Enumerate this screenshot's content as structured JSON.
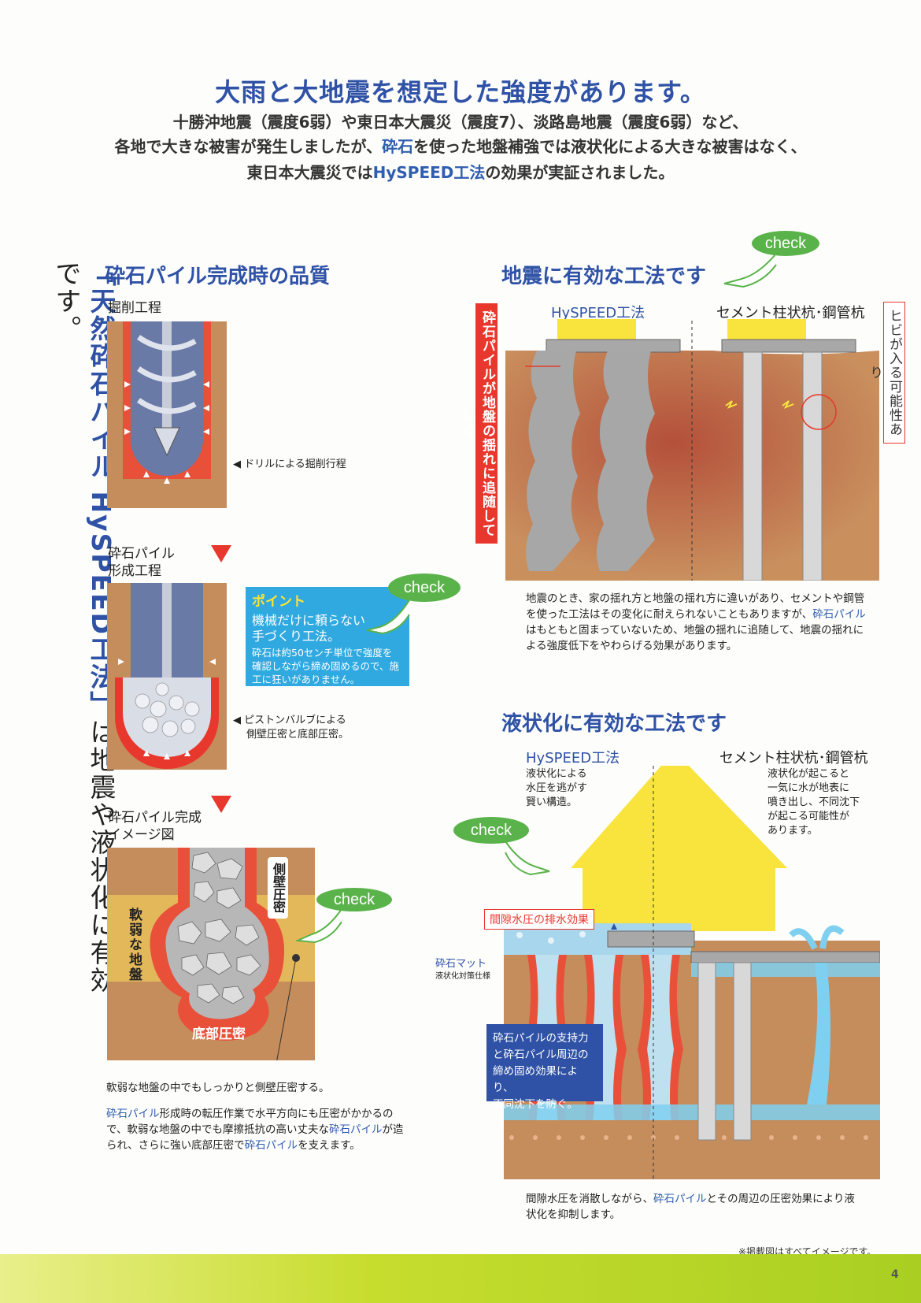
{
  "header": {
    "title": "大雨と大地震を想定した強度があります。",
    "line1": "十勝沖地震（震度6弱）や東日本大震災（震度7）、淡路島地震（震度6弱）など、",
    "line2a": "各地で大きな被害が発生しましたが、",
    "line2b": "砕石",
    "line2c": "を使った地盤補強では液状化による大きな被害はなく、",
    "line3a": "東日本大震災では",
    "line3b": "HySPEED工法",
    "line3c": "の効果が実証されました。"
  },
  "vertical_title": {
    "blue": "「天然砕石パイル HySPEED工法」",
    "dark": "は地震や液状化に有効です。"
  },
  "quality": {
    "title": "砕石パイル完成時の品質",
    "step1_label": "掘削工程",
    "step1_caption": "ドリルによる掘削行程",
    "step2_label1": "砕石パイル",
    "step2_label2": "形成工程",
    "step2_caption1": "ピストンバルブによる",
    "step2_caption2": "側壁圧密と底部圧密。",
    "point_title": "ポイント",
    "point_line1": "機械だけに頼らない",
    "point_line2": "手づくり工法。",
    "point_desc1": "砕石は約50センチ単位で強度を",
    "point_desc2": "確認しながら締め固めるので、施",
    "point_desc3": "工に狂いがありません。",
    "step3_label1": "砕石パイル完成",
    "step3_label2": "イメージ図",
    "side_label": "側壁圧密",
    "soft_label": "軟弱な地盤",
    "bottom_label": "底部圧密",
    "caption": "軟弱な地盤の中でもしっかりと側壁圧密する。",
    "desc1a": "砕石パイル",
    "desc1b": "形成時の転圧作業で水平方向にも圧密がかかるの",
    "desc2a": "で、軟弱な地盤の中でも摩擦抵抗の高い丈夫な",
    "desc2b": "砕石パイル",
    "desc2c": "が造",
    "desc3a": "られ、さらに強い底部圧密で",
    "desc3b": "砕石パイル",
    "desc3c": "を支えます。"
  },
  "check_label": "check",
  "earthquake": {
    "title": "地震に有効な工法です",
    "left_label": "HySPEED工法",
    "right_label": "セメント柱状杭･鋼管杭",
    "red_note": "砕石パイルが地盤の揺れに追随していく",
    "crack_note": "ヒビが入る可能性あり",
    "desc1": "地震のとき、家の揺れ方と地盤の揺れ方に違いがあり、セメントや鋼管",
    "desc2a": "を使った工法はその変化に耐えられないこともありますが、",
    "desc2b": "砕石パイル",
    "desc3": "はもともと固まっていないため、地盤の揺れに追随して、地震の揺れに",
    "desc4": "よる強度低下をやわらげる効果があります。"
  },
  "liquefaction": {
    "title": "液状化に有効な工法です",
    "left_label": "HySPEED工法",
    "left_note1": "液状化による",
    "left_note2": "水圧を逃がす",
    "left_note3": "賢い構造。",
    "right_label": "セメント柱状杭･鋼管杭",
    "right_note1": "液状化が起こると",
    "right_note2": "一気に水が地表に",
    "right_note3": "噴き出し、不同沈下",
    "right_note4": "が起こる可能性が",
    "right_note5": "あります。",
    "drain_label": "間隙水圧の排水効果",
    "mat_label": "砕石マット",
    "mat_sub": "液状化対策仕様",
    "box1": "砕石パイルの支持力",
    "box2": "と砕石パイル周辺の",
    "box3": "締め固め効果により、",
    "box4": "不同沈下を防ぐ。",
    "desc1a": "間隙水圧を消散しながら、",
    "desc1b": "砕石パイル",
    "desc1c": "とその周辺の圧密効果により液",
    "desc2": "状化を抑制します。"
  },
  "footer": {
    "note": "※掲載図はすべてイメージです。",
    "page": "4"
  },
  "colors": {
    "blue": "#2f52a6",
    "red": "#e8382d",
    "soil": "#c08a5a",
    "green": "#5ab34a",
    "yellow": "#f8e43c",
    "water": "#7fd0f0"
  }
}
